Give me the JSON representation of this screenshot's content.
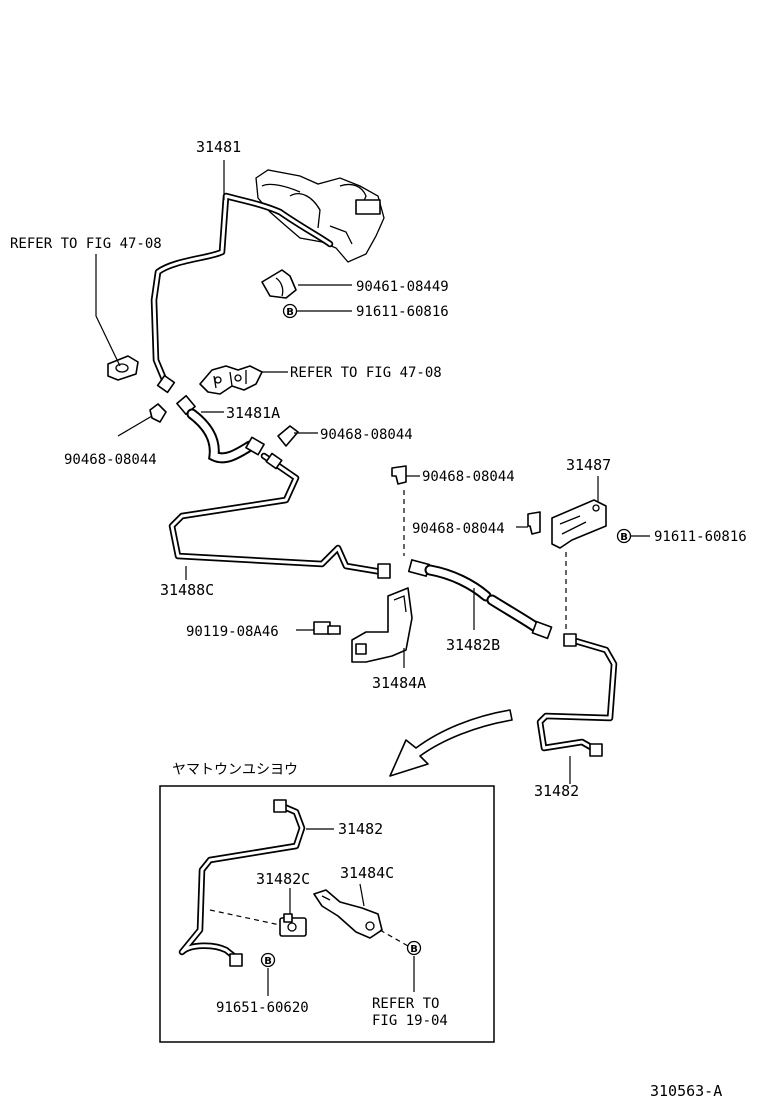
{
  "labels": {
    "p31481": "31481",
    "refer_fig_a": "REFER TO FIG 47-08",
    "p90461": "90461-08449",
    "p91611_top": "91611-60816",
    "refer_fig_b": "REFER TO FIG 47-08",
    "p31481A": "31481A",
    "clip_left": "90468-08044",
    "clip_mid": "90468-08044",
    "clip_right_a": "90468-08044",
    "clip_right_b": "90468-08044",
    "p31487": "31487",
    "p91611_right": "91611-60816",
    "p31488C": "31488C",
    "p90119": "90119-08A46",
    "p31482B": "31482B",
    "p31484A": "31484A",
    "p31482_main": "31482",
    "inset_title": "ヤマトウンユシヨウ",
    "inset_31482": "31482",
    "inset_31482C": "31482C",
    "inset_31484C": "31484C",
    "inset_91651": "91651-60620",
    "inset_refer_1": "REFER TO",
    "inset_refer_2": "FIG 19-04",
    "figure_code": "310563-A",
    "bolt_letter": "B"
  }
}
